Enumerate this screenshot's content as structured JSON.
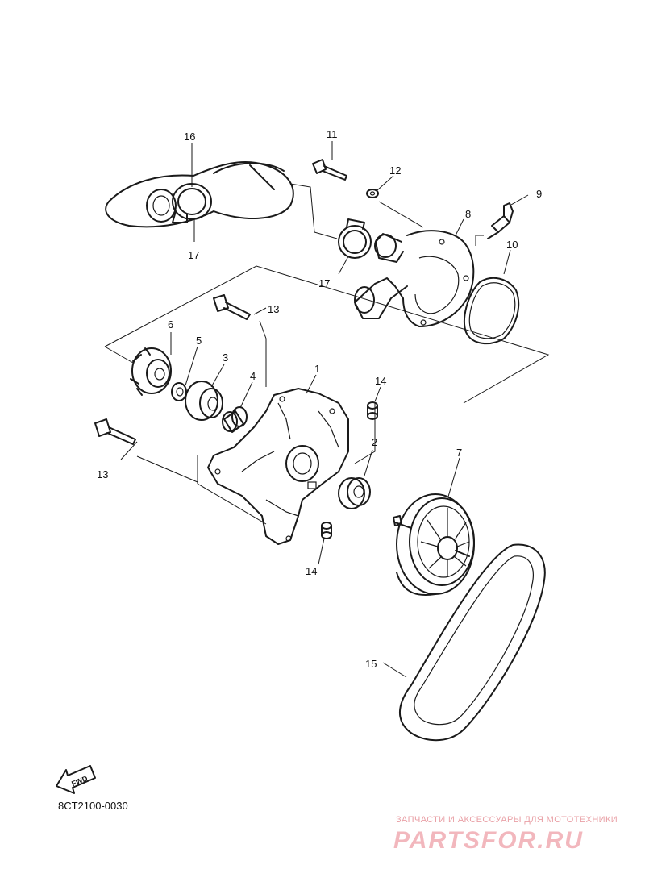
{
  "callouts": [
    {
      "id": "c1",
      "label": "1"
    },
    {
      "id": "c2",
      "label": "2"
    },
    {
      "id": "c3",
      "label": "3"
    },
    {
      "id": "c4",
      "label": "4"
    },
    {
      "id": "c5",
      "label": "5"
    },
    {
      "id": "c6",
      "label": "6"
    },
    {
      "id": "c7",
      "label": "7"
    },
    {
      "id": "c8",
      "label": "8"
    },
    {
      "id": "c9",
      "label": "9"
    },
    {
      "id": "c10",
      "label": "10"
    },
    {
      "id": "c11",
      "label": "11"
    },
    {
      "id": "c12",
      "label": "12"
    },
    {
      "id": "c13a",
      "label": "13"
    },
    {
      "id": "c13b",
      "label": "13"
    },
    {
      "id": "c14a",
      "label": "14"
    },
    {
      "id": "c14b",
      "label": "14"
    },
    {
      "id": "c15",
      "label": "15"
    },
    {
      "id": "c16",
      "label": "16"
    },
    {
      "id": "c17a",
      "label": "17"
    },
    {
      "id": "c17b",
      "label": "17"
    }
  ],
  "fwd_label": "FWD",
  "diagram_code": "8CT2100-0030",
  "watermark": {
    "tagline": "ЗАПЧАСТИ И АКСЕССУАРЫ ДЛЯ МОТОТЕХНИКИ",
    "brand": "PARTSFOR.RU",
    "color": "#f2b7bd"
  }
}
